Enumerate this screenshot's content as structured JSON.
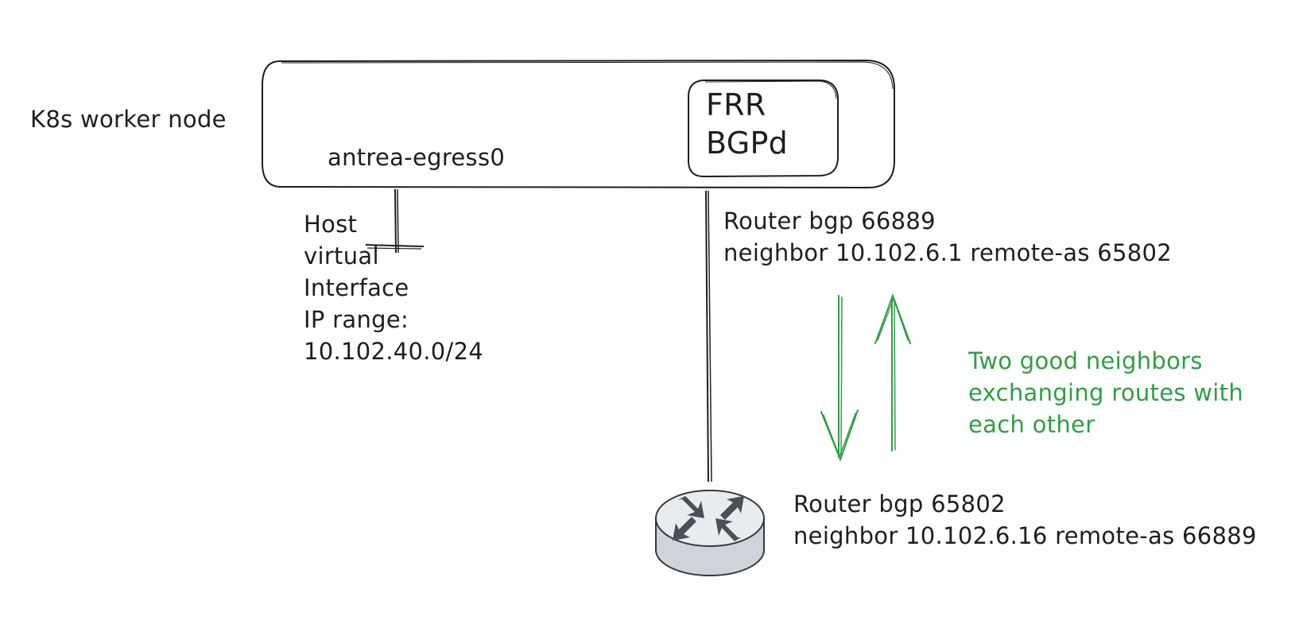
{
  "node": {
    "label": "K8s worker node",
    "interface_name": "antrea-egress0"
  },
  "frr_box": {
    "line1": "FRR",
    "line2": "BGPd"
  },
  "host_interface": {
    "lines": [
      "Host",
      "virtual",
      "Interface",
      "IP range:",
      "10.102.40.0/24"
    ]
  },
  "node_bgp_config": {
    "line1": "Router bgp 66889",
    "line2": "neighbor 10.102.6.1 remote-as 65802"
  },
  "router_bgp_config": {
    "line1": "Router bgp 65802",
    "line2": "neighbor 10.102.6.16 remote-as 66889"
  },
  "annotation": {
    "lines": [
      "Two good neighbors",
      "exchanging routes with",
      "each other"
    ]
  },
  "colors": {
    "ink": "#1e1e1e",
    "green": "#2f9e44",
    "router_fill": "#ced4da",
    "router_top": "#e9ecef",
    "router_arrows": "#495057"
  },
  "icons": {
    "router": "router-icon"
  }
}
